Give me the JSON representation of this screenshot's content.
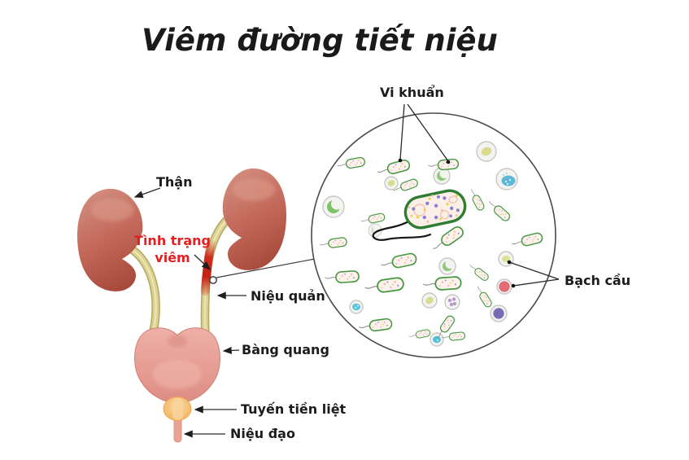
{
  "title": "Viêm đường tiết niệu",
  "anatomy_labels": {
    "kidney": "Thận",
    "inflammation": "Tình trạng viêm",
    "ureter": "Niệu quản",
    "bladder": "Bàng quang",
    "prostate": "Tuyến tiền liệt",
    "urethra": "Niệu đạo"
  },
  "microscope_labels": {
    "bacteria": "Vi khuẩn",
    "white_blood_cell": "Bạch cầu"
  },
  "colors": {
    "background": "#ffffff",
    "title_text": "#1a1a1a",
    "label_text": "#1c1c1c",
    "inflammation_red": "#e32021",
    "kidney_main": "#c3685a",
    "ureter_olive": "#d9d092",
    "bladder_pink": "#e79b91",
    "prostate_orange": "#f5b35c",
    "urethra_pink": "#e9a394",
    "bacteria_green": "#3f9140",
    "microscope_ring": "#4a4a4a"
  }
}
